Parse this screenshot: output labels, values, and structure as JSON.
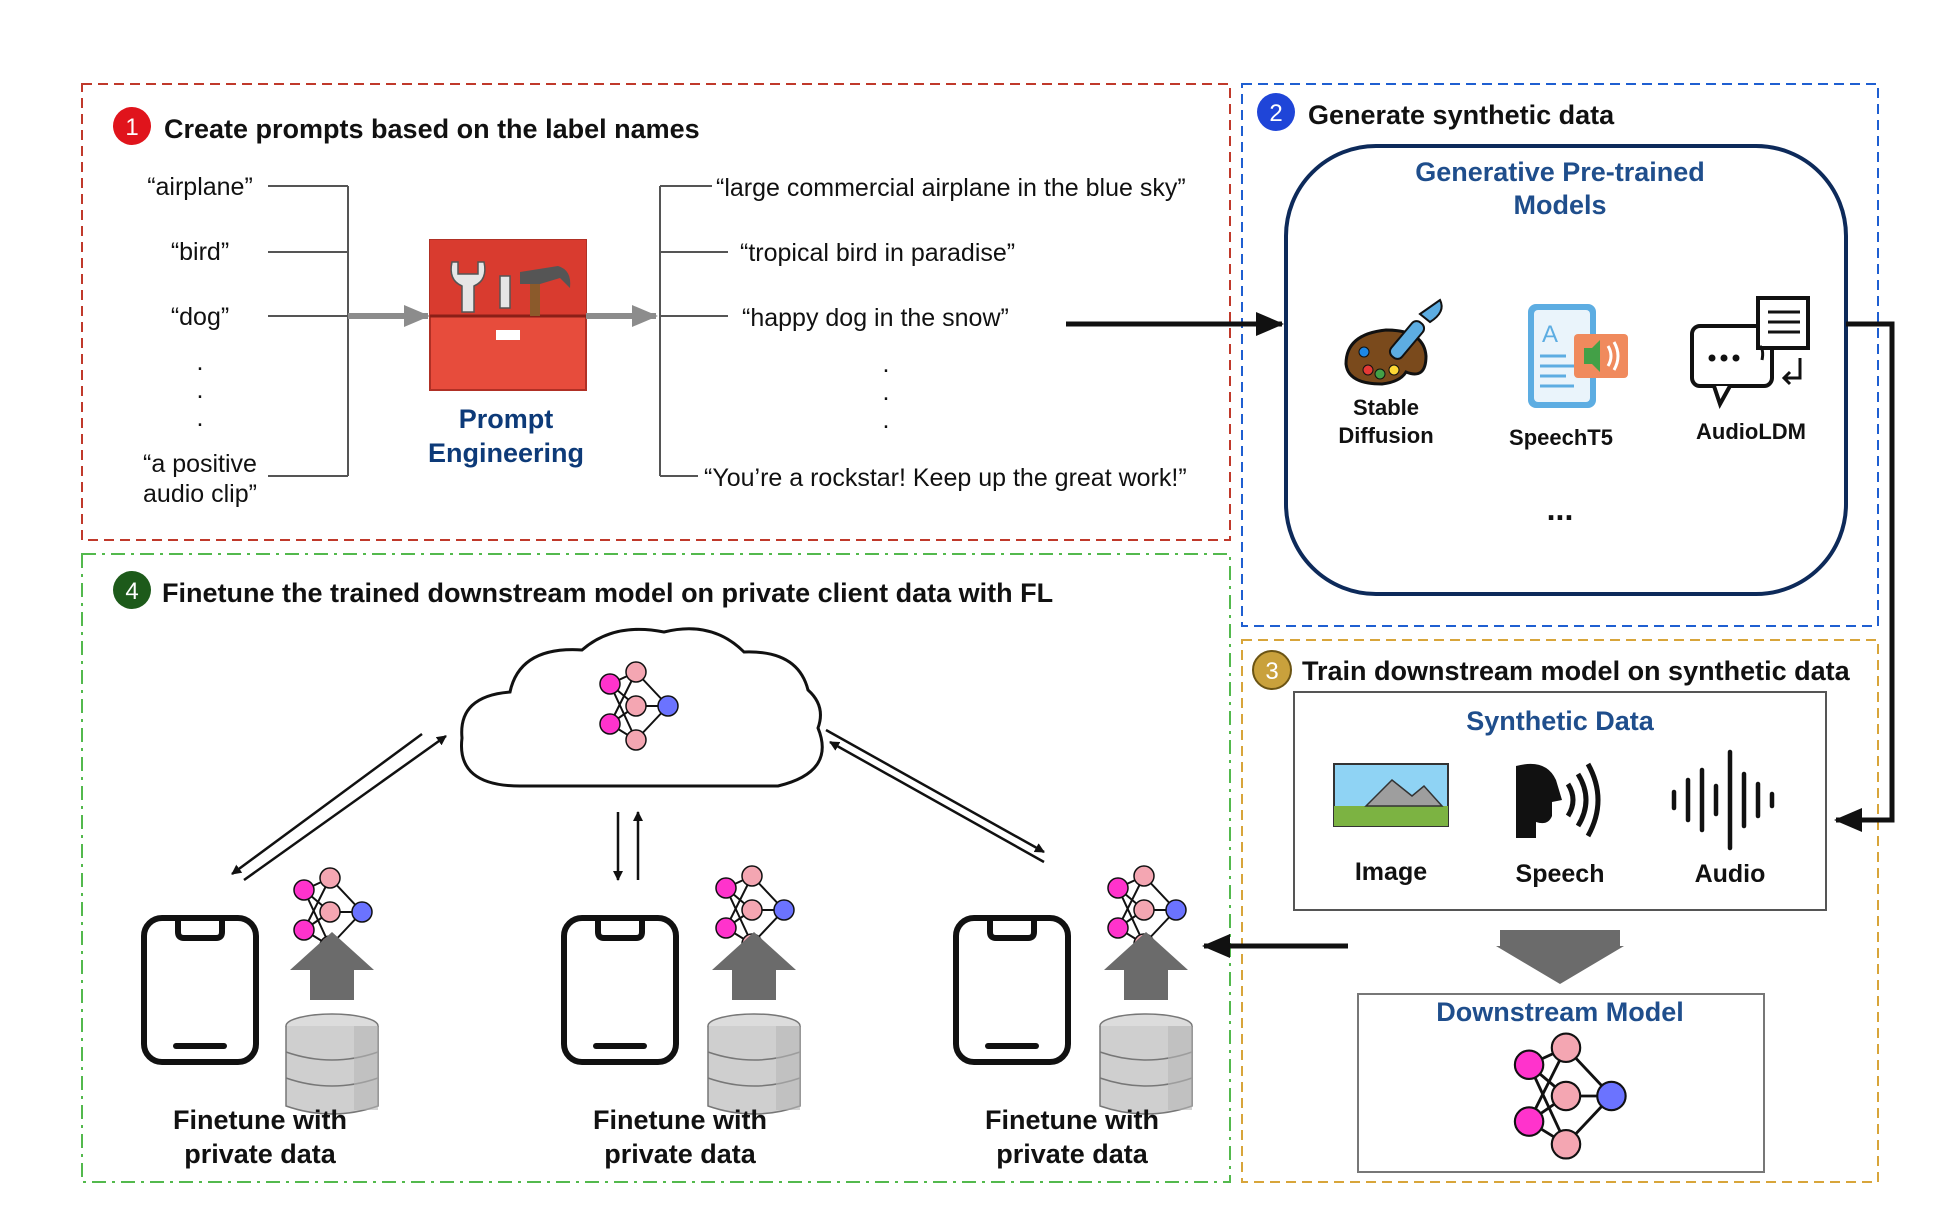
{
  "colors": {
    "step1": "#c0392b",
    "step2": "#1f5fd1",
    "step3": "#d8a53a",
    "step4": "#53b94d",
    "navy": "#0d3a78",
    "toolbox": "#e74c3c",
    "node_pink": "#f4a6b2",
    "node_magenta": "#ff33cc",
    "node_blue": "#6b73ff",
    "server_arrow": "#6b6b6b"
  },
  "step1": {
    "number": "1",
    "title": "Create prompts based on the label names",
    "labels": [
      "“airplane”",
      "“bird”",
      "“dog”",
      "“a positive",
      "audio clip”"
    ],
    "dots": ".",
    "tool_label_line1": "Prompt",
    "tool_label_line2": "Engineering",
    "prompts": [
      "“large commercial airplane in the blue sky”",
      "“tropical bird in paradise”",
      "“happy dog in the snow”",
      "“You’re a rockstar! Keep up the great work!”"
    ],
    "icons": [
      "toolbox-icon"
    ]
  },
  "step2": {
    "number": "2",
    "title": "Generate synthetic data",
    "box_title_line1": "Generative Pre-trained",
    "box_title_line2": "Models",
    "models": [
      {
        "line1": "Stable",
        "line2": "Diffusion",
        "icon": "palette-icon"
      },
      {
        "line1": "SpeechT5",
        "line2": "",
        "icon": "text-to-speech-icon"
      },
      {
        "line1": "AudioLDM",
        "line2": "",
        "icon": "audio-caption-icon"
      }
    ],
    "ellipsis": "..."
  },
  "step3": {
    "number": "3",
    "title": "Train downstream model on synthetic data",
    "synthetic_title": "Synthetic Data",
    "items": [
      {
        "label": "Image",
        "icon": "landscape-image-icon"
      },
      {
        "label": "Speech",
        "icon": "speaking-head-icon"
      },
      {
        "label": "Audio",
        "icon": "waveform-icon"
      }
    ],
    "downstream_title": "Downstream Model"
  },
  "step4": {
    "number": "4",
    "title": "Finetune the trained downstream model on private client data with FL",
    "clients": [
      {
        "line1": "Finetune with",
        "line2": "private data"
      },
      {
        "line1": "Finetune with",
        "line2": "private data"
      },
      {
        "line1": "Finetune with",
        "line2": "private data"
      }
    ],
    "icons": [
      "cloud-server-icon",
      "phone-icon",
      "database-icon",
      "neural-network-icon"
    ]
  }
}
